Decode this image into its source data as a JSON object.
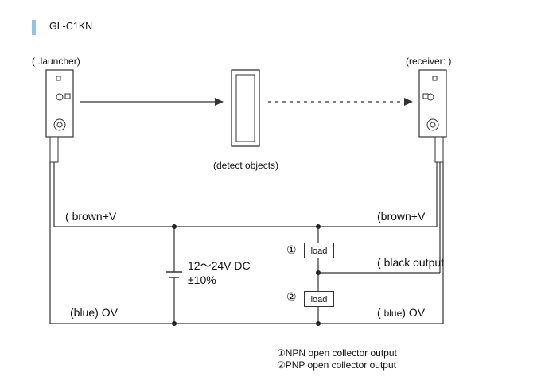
{
  "model": "GL-C1KN",
  "launcher_label": "launcher",
  "receiver_label": "receiver",
  "detect_label": "detect objects",
  "left_brown": "brown+V",
  "right_brown": "brown+V",
  "left_blue_prefix": "(blue)",
  "left_blue_suffix": "OV",
  "right_blue": "blue",
  "right_blue_suffix": "OV",
  "black_output": "black output",
  "supply_line1": "12～24V DC",
  "supply_line2": "±10%",
  "load_label": "load",
  "marker_1": "①",
  "marker_2": "②",
  "note_npn": "①NPN open collector output",
  "note_pnp": "②PNP open collector output"
}
